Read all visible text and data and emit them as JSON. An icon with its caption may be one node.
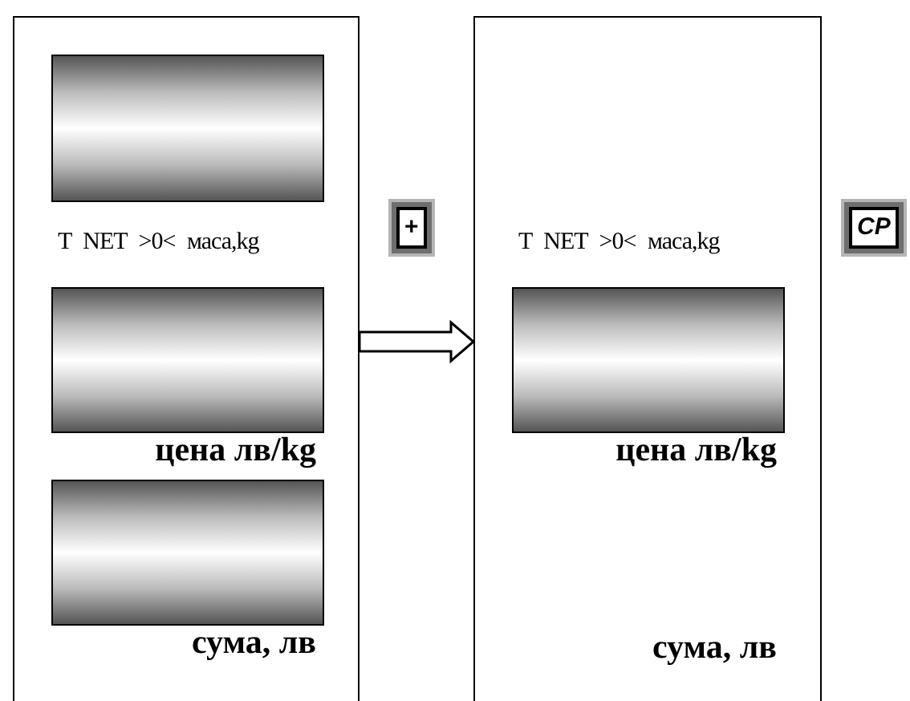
{
  "diagram": {
    "nodes": [
      {
        "text": [],
        "shape": "box"
      },
      {
        "text": [],
        "shape": "box",
        "in": 0
      },
      {
        "text": [],
        "shape": "box",
        "in": 0,
        "beside": [
          "цена лв/kg"
        ]
      },
      {
        "text": [],
        "shape": "box",
        "in": 0,
        "beside": [
          "сума, лв"
        ]
      },
      {
        "text": [],
        "shape": "box"
      },
      {
        "text": [],
        "shape": "box",
        "in": 4,
        "beside": [
          "цена лв/kg"
        ]
      }
    ],
    "edges": [
      {
        "from": 0,
        "to": 4,
        "arrow": "to",
        "style": "thick"
      }
    ],
    "labels": [
      "T NET >0< маса,kg",
      "+",
      "T NET >0< маса,kg",
      "CP",
      "сума, лв"
    ]
  }
}
